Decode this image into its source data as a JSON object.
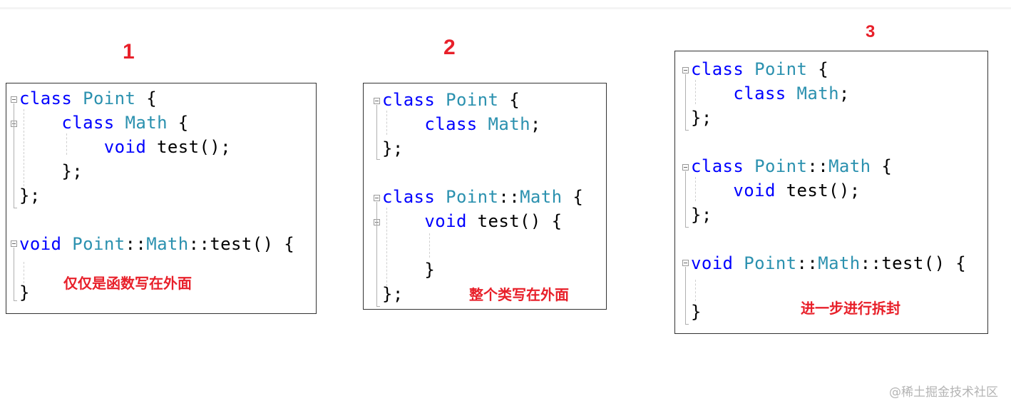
{
  "labels": {
    "one": "1",
    "two": "2",
    "three": "3"
  },
  "colors": {
    "keyword": "#0000ff",
    "type": "#2b91af",
    "annotation": "#e8202a"
  },
  "panel1": {
    "lines": [
      {
        "kw": "class",
        "sp": " ",
        "ty": "Point",
        "rest": " {"
      },
      {
        "ind": "    ",
        "kw": "class",
        "sp": " ",
        "ty": "Math",
        "rest": " {"
      },
      {
        "ind": "        ",
        "kw": "void",
        "rest": " test();"
      },
      {
        "ind": "    ",
        "rest": "};"
      },
      {
        "rest": "};"
      },
      {
        "kw": "void",
        "sp": " ",
        "ty": "Point",
        "rest2": "::",
        "ty2": "Math",
        "rest": "::test() {"
      },
      {
        "rest": "}"
      }
    ],
    "note": "仅仅是函数写在外面"
  },
  "panel2": {
    "lines": [
      {
        "kw": "class",
        "sp": " ",
        "ty": "Point",
        "rest": " {"
      },
      {
        "ind": "    ",
        "kw": "class",
        "sp": " ",
        "ty": "Math",
        "rest": ";"
      },
      {
        "rest": "};"
      },
      {
        "kw": "class",
        "sp": " ",
        "ty": "Point",
        "rest2": "::",
        "ty2": "Math",
        "rest": " {"
      },
      {
        "ind": "    ",
        "kw": "void",
        "rest": " test() {"
      },
      {
        "ind": "    ",
        "rest": "}"
      },
      {
        "rest": "};"
      }
    ],
    "note": "整个类写在外面"
  },
  "panel3": {
    "lines": [
      {
        "kw": "class",
        "sp": " ",
        "ty": "Point",
        "rest": " {"
      },
      {
        "ind": "    ",
        "kw": "class",
        "sp": " ",
        "ty": "Math",
        "rest": ";"
      },
      {
        "rest": "};"
      },
      {
        "kw": "class",
        "sp": " ",
        "ty": "Point",
        "rest2": "::",
        "ty2": "Math",
        "rest": " {"
      },
      {
        "ind": "    ",
        "kw": "void",
        "rest": " test();"
      },
      {
        "rest": "};"
      },
      {
        "kw": "void",
        "sp": " ",
        "ty": "Point",
        "rest2": "::",
        "ty2": "Math",
        "rest": "::test() {"
      },
      {
        "rest": "}"
      }
    ],
    "note": "进一步进行拆封"
  },
  "watermark": "@稀土掘金技术社区"
}
